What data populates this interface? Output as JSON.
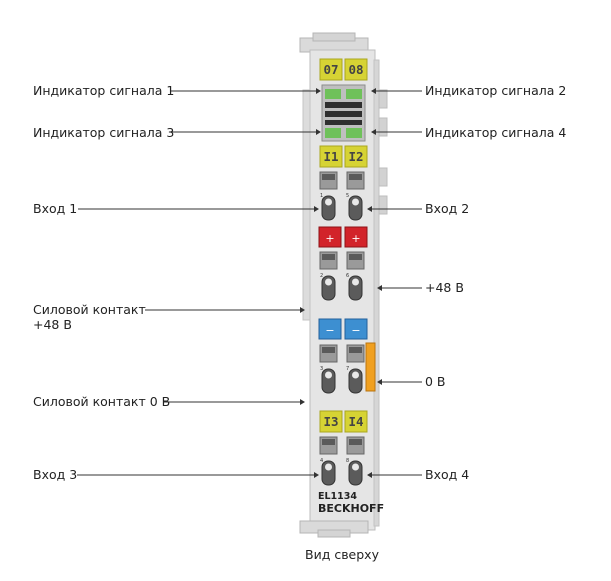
{
  "module": {
    "model": "EL1134",
    "brand": "BECKHOFF",
    "top_badges": [
      "07",
      "08"
    ],
    "input_badges_top": [
      "I1",
      "I2"
    ],
    "input_badges_bottom": [
      "I3",
      "I4"
    ],
    "plus_signs": [
      "+",
      "+"
    ],
    "minus_signs": [
      "−",
      "−"
    ],
    "terminal_numbers": [
      "1",
      "5",
      "2",
      "6",
      "3",
      "7",
      "4",
      "8"
    ]
  },
  "labels": {
    "signal_indicator_1": "Индикатор сигнала 1",
    "signal_indicator_2": "Индикатор сигнала 2",
    "signal_indicator_3": "Индикатор сигнала 3",
    "signal_indicator_4": "Индикатор сигнала 4",
    "input_1": "Вход 1",
    "input_2": "Вход 2",
    "plus_48v": "+48 В",
    "power_contact_48v_line1": "Силовой контакт",
    "power_contact_48v_line2": "+48 В",
    "zero_v": "0 В",
    "power_contact_0v": "Силовой контакт 0 В",
    "input_3": "Вход 3",
    "input_4": "Вход 4"
  },
  "caption": "Вид сверху",
  "colors": {
    "body": "#e5e5e5",
    "yellow": "#d6d334",
    "red": "#d2232a",
    "blue": "#3d8fd1",
    "orange": "#f0a020"
  }
}
